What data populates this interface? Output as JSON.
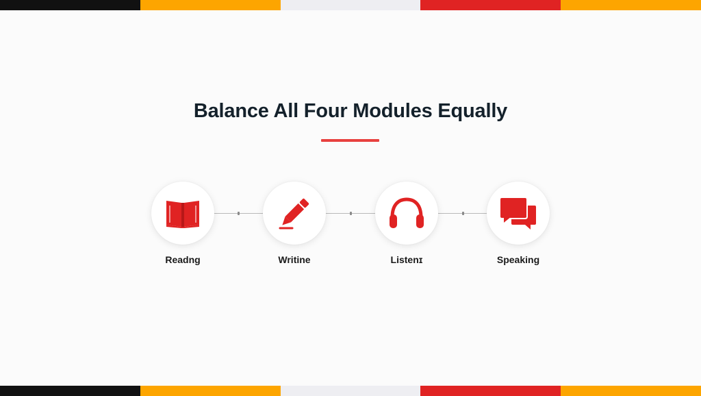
{
  "colors": {
    "accent": "#e02323",
    "underline": "#e8413f",
    "title": "#14212b",
    "stripe": [
      "#111111",
      "#fda500",
      "#eeeef2",
      "#e02323",
      "#fda500"
    ]
  },
  "slide": {
    "title": "Balance All Four Modules Equally"
  },
  "modules": [
    {
      "label": "Readng",
      "icon": "open-book-icon"
    },
    {
      "label": "Writine",
      "icon": "pencil-icon"
    },
    {
      "label": "Listenɪ",
      "icon": "headphones-icon"
    },
    {
      "label": "Speaking",
      "icon": "speech-bubbles-icon"
    }
  ]
}
